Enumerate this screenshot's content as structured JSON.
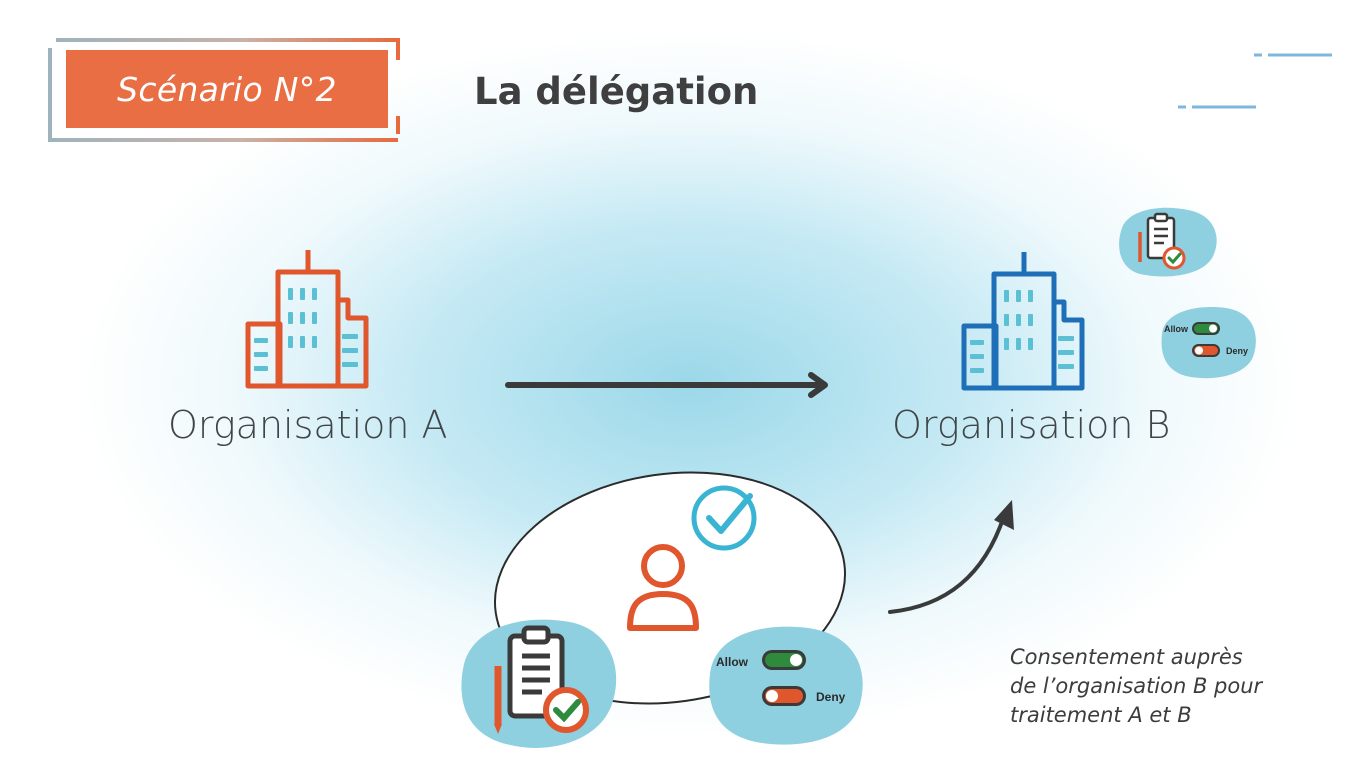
{
  "badge": {
    "label": "Scénario N°2"
  },
  "title": "La délégation",
  "org_a": {
    "label": "Organisation A",
    "color": "#e0562d"
  },
  "org_b": {
    "label": "Organisation B",
    "color": "#1e6fb8"
  },
  "consent_toggles": {
    "allow_label": "Allow",
    "deny_label": "Deny",
    "allow_color": "#2e8b3e",
    "deny_color": "#e0562d"
  },
  "caption": {
    "lines": [
      "Consentement auprès",
      "de l’organisation B pour",
      "traitement A et B"
    ]
  },
  "colors": {
    "accent": "#ea6e44",
    "glow": "#a6dcec",
    "blob": "#8fd0e0",
    "arrow": "#3a3a3a"
  }
}
